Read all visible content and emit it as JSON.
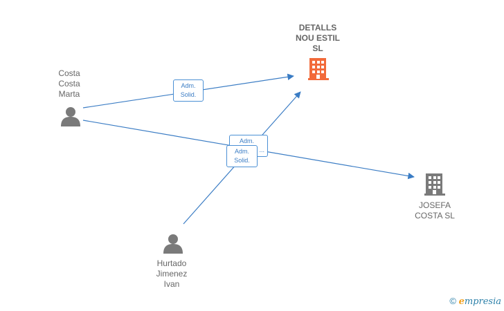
{
  "colors": {
    "edge": "#3a7cc4",
    "person": "#7a7a7a",
    "company_main": "#f26a3a",
    "company_other": "#7a7a7a"
  },
  "nodes": {
    "detalls": {
      "lines": [
        "DETALLS",
        "NOU ESTIL",
        "SL"
      ],
      "icon": "building-icon"
    },
    "josefa": {
      "lines": [
        "JOSEFA",
        "COSTA  SL"
      ],
      "icon": "building-icon"
    },
    "costa": {
      "lines": [
        "Costa",
        "Costa",
        "Marta"
      ],
      "icon": "person-icon"
    },
    "hurtado": {
      "lines": [
        "Hurtado",
        "Jimenez",
        "Ivan"
      ],
      "icon": "person-icon"
    }
  },
  "edge_labels": {
    "costa_detalls": [
      "Adm.",
      "Solid."
    ],
    "costa_josefa": [
      "Adm.",
      "..."
    ],
    "hurtado_detalls": [
      "Adm.",
      "Solid."
    ]
  },
  "footer": {
    "copyright": "©",
    "brand_e": "e",
    "brand_rest": "mpresia"
  }
}
